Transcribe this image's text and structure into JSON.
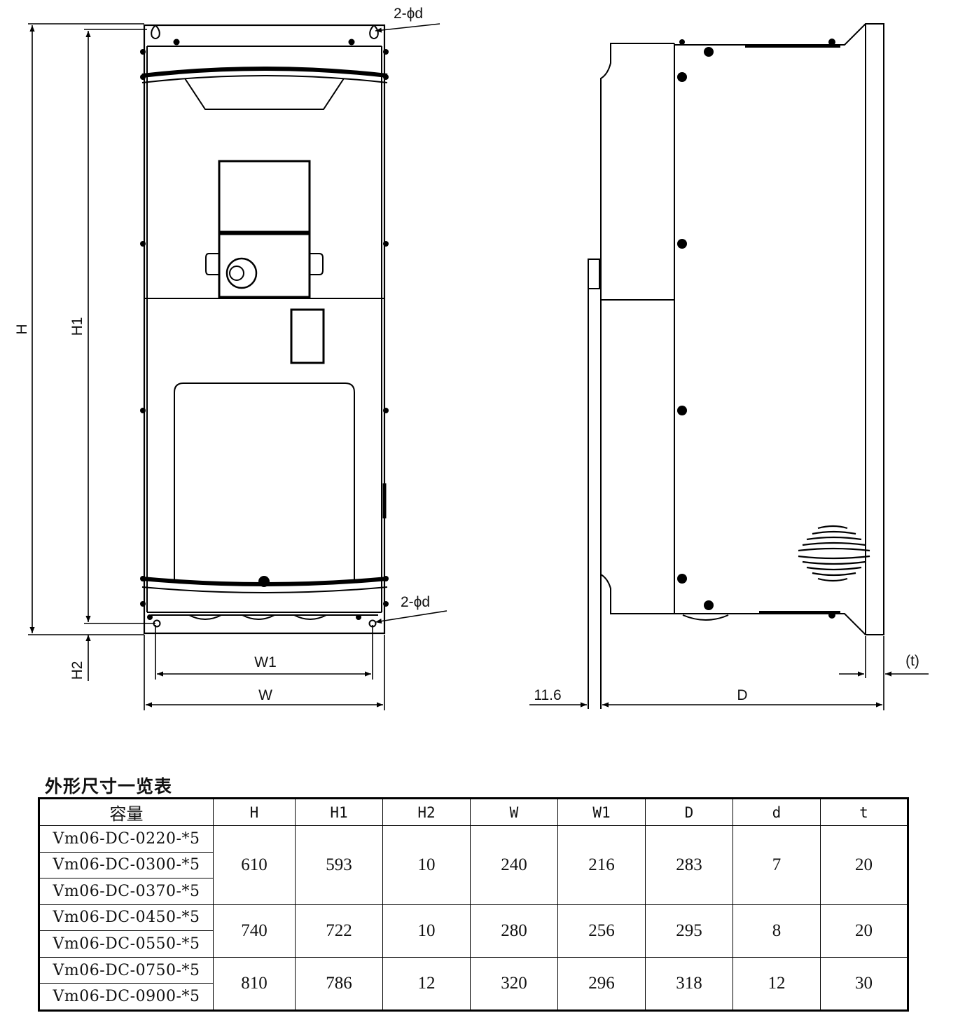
{
  "dimension_labels": {
    "H": "H",
    "H1": "H1",
    "H2": "H2",
    "W": "W",
    "W1": "W1",
    "D": "D",
    "t": "(t)",
    "offset": "11.6",
    "hole_top": "2-ϕd",
    "hole_bottom": "2-ϕd"
  },
  "table": {
    "title": "外形尺寸一览表",
    "headers": [
      "容量",
      "H",
      "H1",
      "H2",
      "W",
      "W1",
      "D",
      "d",
      "t"
    ],
    "groups": [
      {
        "models": [
          "Vm06-DC-0220-*5",
          "Vm06-DC-0300-*5",
          "Vm06-DC-0370-*5"
        ],
        "values": [
          "610",
          "593",
          "10",
          "240",
          "216",
          "283",
          "7",
          "20"
        ]
      },
      {
        "models": [
          "Vm06-DC-0450-*5",
          "Vm06-DC-0550-*5"
        ],
        "values": [
          "740",
          "722",
          "10",
          "280",
          "256",
          "295",
          "8",
          "20"
        ]
      },
      {
        "models": [
          "Vm06-DC-0750-*5",
          "Vm06-DC-0900-*5"
        ],
        "values": [
          "810",
          "786",
          "12",
          "320",
          "296",
          "318",
          "12",
          "30"
        ]
      }
    ]
  }
}
